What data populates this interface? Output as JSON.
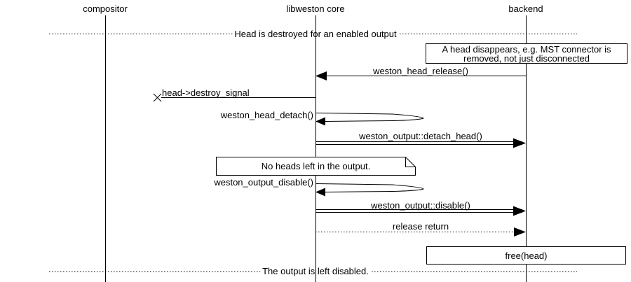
{
  "diagram": {
    "participants": [
      {
        "label": "compositor"
      },
      {
        "label": "libweston core"
      },
      {
        "label": "backend"
      }
    ],
    "dividers": [
      {
        "label": "Head is destroyed for an enabled output"
      },
      {
        "label": "The output is left disabled."
      }
    ],
    "notes": {
      "head_disappears": {
        "line1": "A head disappears, e.g. MST connector is",
        "line2": "removed, not just disconnected"
      },
      "no_heads_left": {
        "text": "No heads left in the output."
      },
      "free_head": {
        "text": "free(head)"
      }
    },
    "messages": {
      "head_release": {
        "label": "weston_head_release()"
      },
      "destroy_signal": {
        "label": "head->destroy_signal"
      },
      "head_detach": {
        "label": "weston_head_detach()"
      },
      "detach_head": {
        "label": "weston_output::detach_head()"
      },
      "output_disable_fn": {
        "label": "weston_output_disable()"
      },
      "output_disable": {
        "label": "weston_output::disable()"
      },
      "release_return": {
        "label": "release return"
      }
    },
    "colors": {
      "background": "#ffffff",
      "line": "#000000",
      "text": "#000000"
    }
  }
}
